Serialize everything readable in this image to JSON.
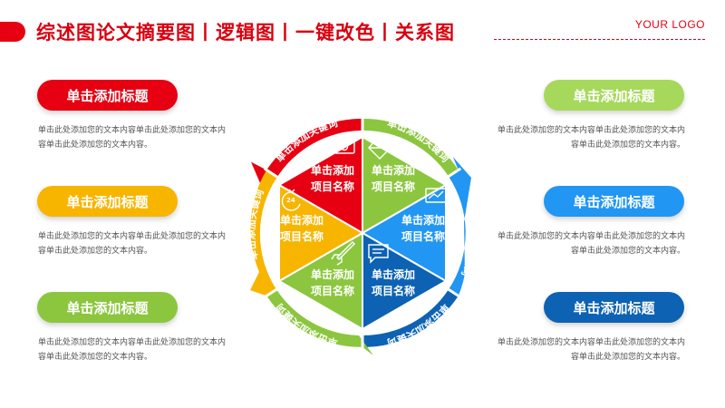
{
  "header": {
    "title": "综述图论文摘要图丨逻辑图丨一键改色丨关系图",
    "logo": "YOUR LOGO"
  },
  "colors": {
    "red": "#e60012",
    "green": "#8cc63f",
    "yellow": "#f7b500",
    "light_blue": "#2196f3",
    "dark_blue": "#0d62b3"
  },
  "left_blocks": [
    {
      "title": "单击添加标题",
      "text": "单击此处添加您的文本内容单击此处添加您的文本内容单击此处添加您的文本内容。"
    },
    {
      "title": "单击添加标题",
      "text": "单击此处添加您的文本内容单击此处添加您的文本内容单击此处添加您的文本内容。"
    },
    {
      "title": "单击添加标题",
      "text": "单击此处添加您的文本内容单击此处添加您的文本内容单击此处添加您的文本内容。"
    }
  ],
  "right_blocks": [
    {
      "title": "单击添加标题",
      "text": "单击此处添加您的文本内容单击此处添加您的文本内容单击此处添加您的文本内容。"
    },
    {
      "title": "单击添加标题",
      "text": "单击此处添加您的文本内容单击此处添加您的文本内容单击此处添加您的文本内容。"
    },
    {
      "title": "单击添加标题",
      "text": "单击此处添加您的文本内容单击此处添加您的文本内容单击此处添加您的文本内容。"
    }
  ],
  "wheel": {
    "segments": [
      {
        "line1": "单击添加",
        "line2": "项目名称",
        "icon": "money-icon"
      },
      {
        "line1": "单击添加",
        "line2": "项目名称",
        "icon": "diamond-icon"
      },
      {
        "line1": "单击添加",
        "line2": "项目名称",
        "icon": "chart-icon"
      },
      {
        "line1": "单击添加",
        "line2": "项目名称",
        "icon": "chat-icon"
      },
      {
        "line1": "单击添加",
        "line2": "项目名称",
        "icon": "rocket-icon"
      },
      {
        "line1": "单击添加",
        "line2": "项目名称",
        "icon": "24h-icon"
      }
    ],
    "keywords": [
      "单击添加关键词",
      "单击添加关键词",
      "单击添加关键词",
      "单击添加关键词",
      "单击添加关键词",
      "单击添加关键词"
    ]
  }
}
